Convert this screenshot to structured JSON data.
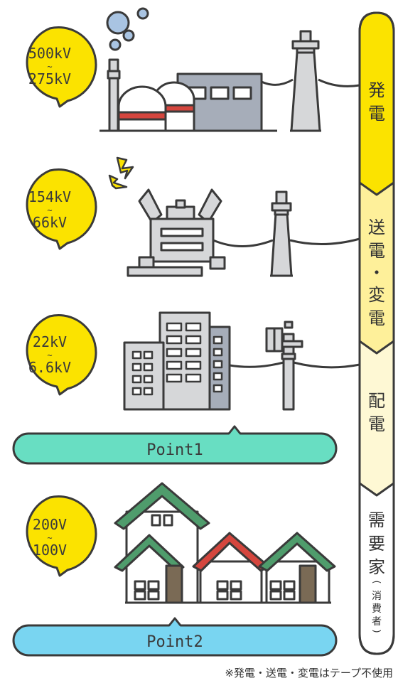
{
  "stages": [
    {
      "id": "generation",
      "top": "500kV",
      "sep": "~",
      "bottom": "275kV"
    },
    {
      "id": "transmission",
      "top": "154kV",
      "sep": "~",
      "bottom": "66kV"
    },
    {
      "id": "distribution",
      "top": "22kV",
      "sep": "~",
      "bottom": "6.6kV"
    },
    {
      "id": "consumer",
      "top": "200V",
      "sep": "~",
      "bottom": "100V"
    }
  ],
  "sidebar": {
    "generation": [
      "発",
      "電"
    ],
    "transmission": [
      "送",
      "電",
      "・",
      "変",
      "電"
    ],
    "distribution": [
      "配",
      "電"
    ],
    "consumer": [
      "需",
      "要",
      "家"
    ],
    "consumer_sub": [
      "(",
      "消",
      "費",
      "者",
      ")"
    ]
  },
  "points": {
    "point1": "Point1",
    "point2": "Point2"
  },
  "footnote": "※発電・送電・変電はテープ不使用",
  "colors": {
    "bubble": "#FBE300",
    "outline": "#3a3a3a",
    "point1": "#68DEC2",
    "point2": "#79D5F1",
    "sidebar_yellow": "#FBE300",
    "sidebar_pale": "#FEF09A",
    "sidebar_cream": "#FEF8D4",
    "building": "#D6D7D9",
    "building_dark": "#A6ADB9",
    "roof_green": "#4F9C6C",
    "roof_red": "#D5463E",
    "door": "#7A6A55"
  }
}
